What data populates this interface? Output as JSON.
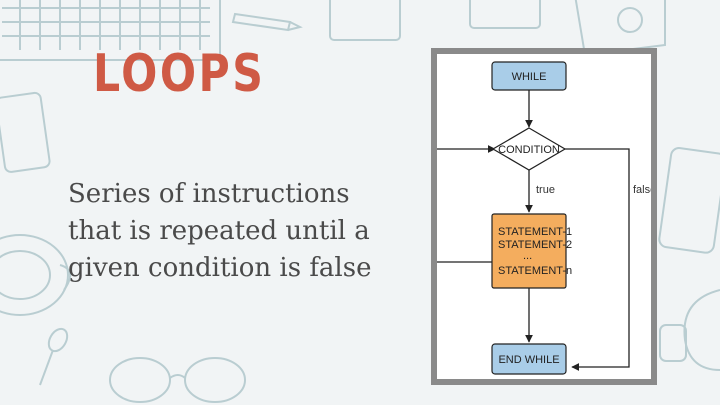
{
  "slide": {
    "title": "LOOPS",
    "body": "Series of instructions that is repeated until a given condition is false"
  },
  "colors": {
    "background": "#f1f4f5",
    "title": "#cf5a45",
    "doodle": "#b9cdd1",
    "frame_border": "#8a8a8a",
    "blue_node": "#a9cde8",
    "orange_node": "#f4ad5e"
  },
  "flowchart": {
    "nodes": {
      "while": "WHILE",
      "condition": "CONDITION",
      "statement1": "STATEMENT-1",
      "statement2": "STATEMENT-2",
      "ellipsis": "...",
      "statementn": "STATEMENT-n",
      "endwhile": "END WHILE"
    },
    "edges": {
      "true_label": "true",
      "false_label": "false"
    }
  },
  "decor_icons": [
    "keyboard-icon",
    "pencil-icon",
    "coffee-cup-icon",
    "spoon-icon",
    "eyeglasses-icon",
    "smartphone-icon",
    "headphones-icon",
    "notebook-icon",
    "paper-icon"
  ]
}
